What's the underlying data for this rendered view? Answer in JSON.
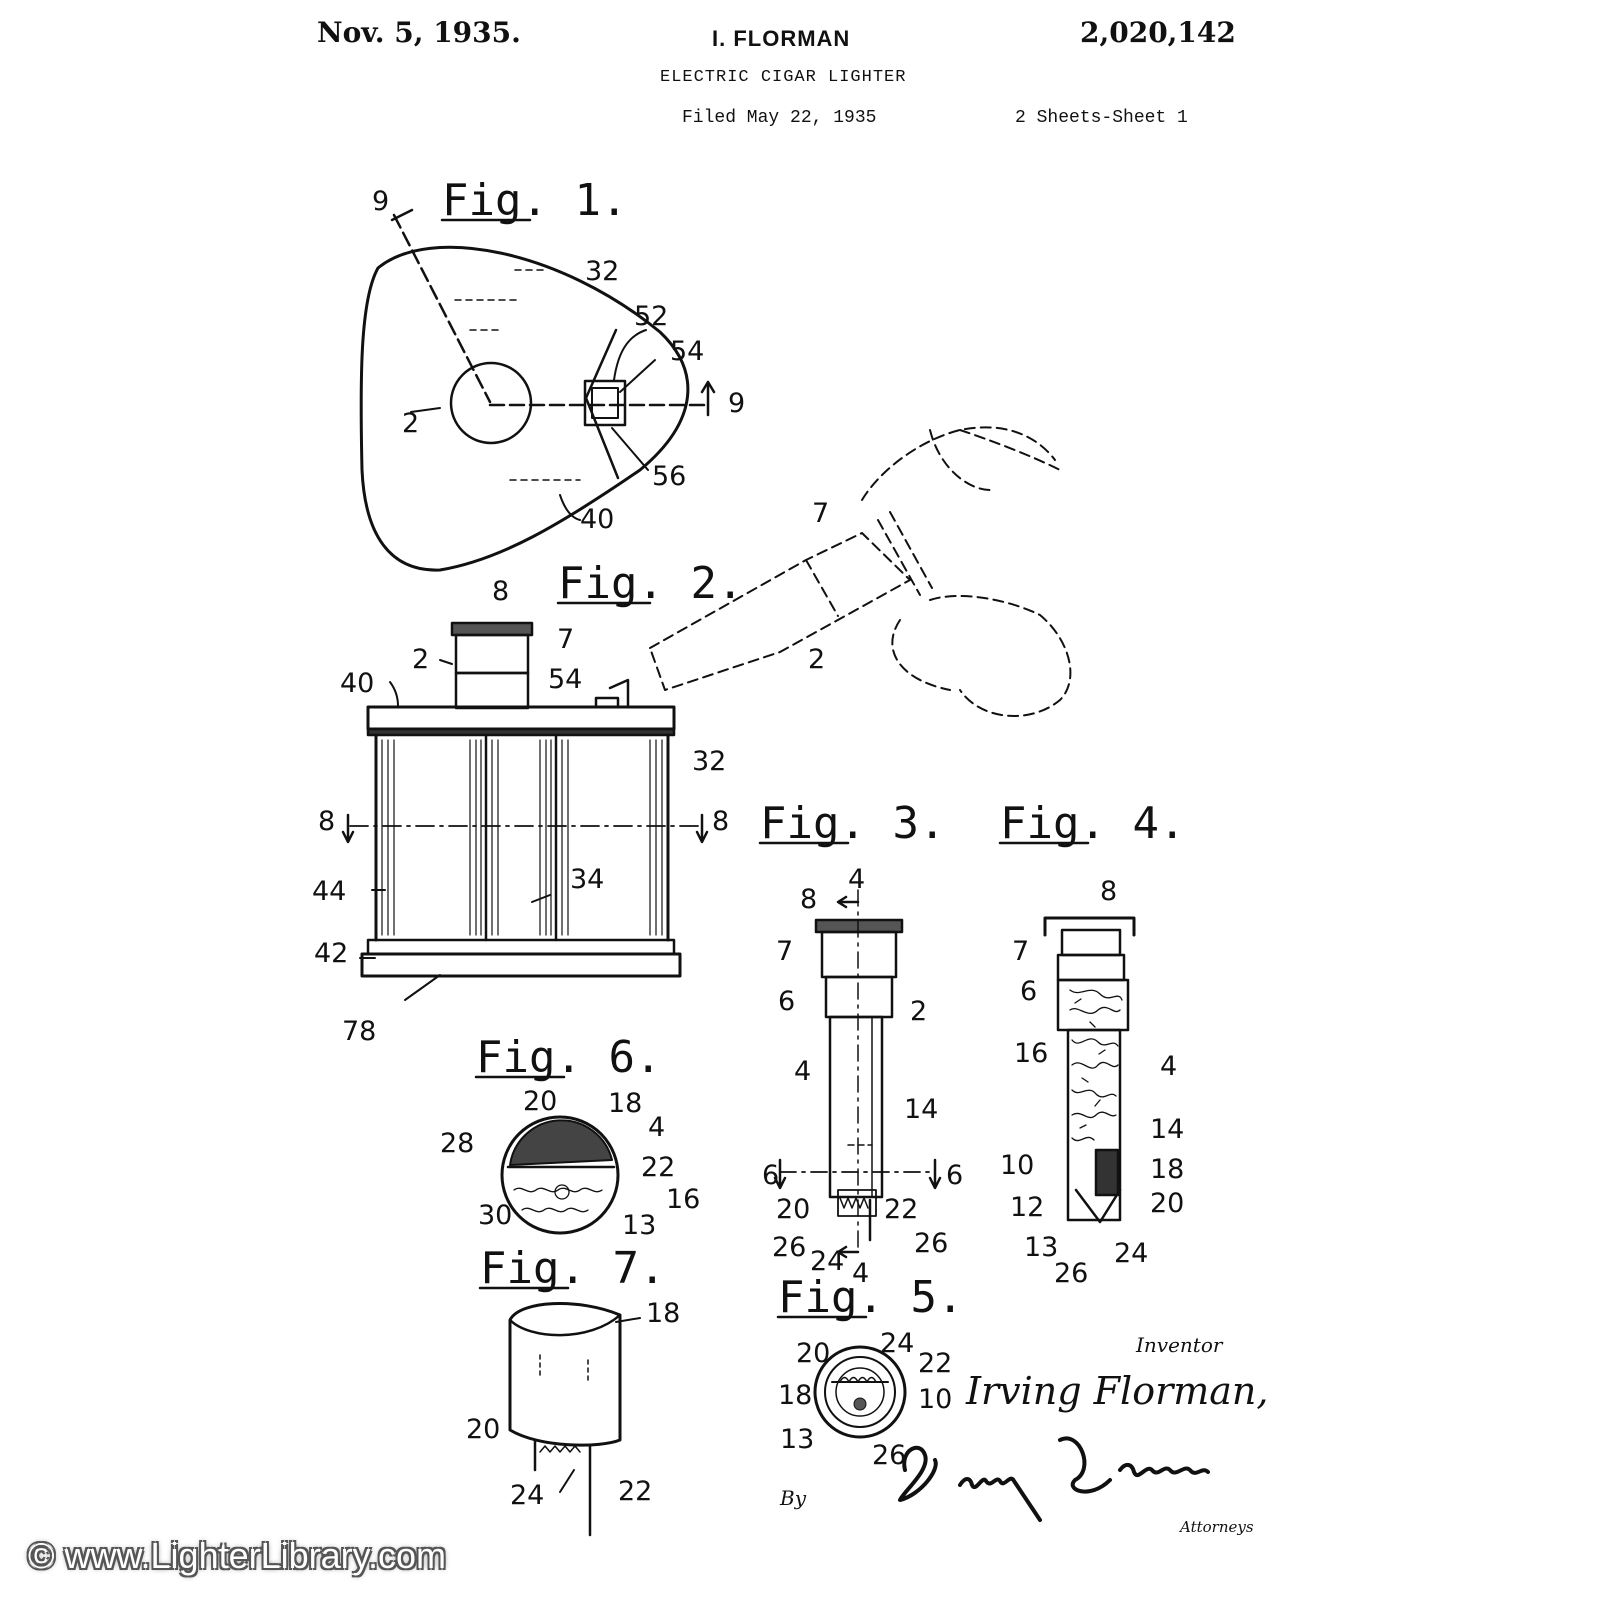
{
  "header": {
    "date": "Nov. 5, 1935.",
    "inventor_short": "I. FLORMAN",
    "patent_number": "2,020,142",
    "title": "ELECTRIC CIGAR LIGHTER",
    "filed": "Filed May 22, 1935",
    "sheets": "2 Sheets-Sheet 1"
  },
  "figures": {
    "fig1": "Fig. 1.",
    "fig2": "Fig. 2.",
    "fig3": "Fig. 3.",
    "fig4": "Fig. 4.",
    "fig5": "Fig. 5.",
    "fig6": "Fig. 6.",
    "fig7": "Fig. 7."
  },
  "references": {
    "fig1": [
      "9",
      "32",
      "52",
      "54",
      "9",
      "2",
      "56",
      "40"
    ],
    "fig2": [
      "8",
      "7",
      "2",
      "54",
      "40",
      "2",
      "32",
      "8",
      "8",
      "44",
      "34",
      "42",
      "78",
      "7"
    ],
    "fig3": [
      "4",
      "8",
      "7",
      "6",
      "2",
      "4",
      "14",
      "6",
      "6",
      "20",
      "22",
      "26",
      "24",
      "4",
      "26"
    ],
    "fig4": [
      "8",
      "7",
      "6",
      "16",
      "4",
      "14",
      "10",
      "18",
      "12",
      "20",
      "13",
      "26",
      "24"
    ],
    "fig6": [
      "20",
      "18",
      "4",
      "28",
      "22",
      "16",
      "30",
      "13"
    ],
    "fig7": [
      "18",
      "20",
      "24",
      "22"
    ],
    "fig5": [
      "24",
      "20",
      "22",
      "18",
      "10",
      "13",
      "26"
    ]
  },
  "signature": {
    "inventor_label": "Inventor",
    "inventor_name": "Irving Florman,",
    "by": "By",
    "attorneys_name": "Bailey & Larson",
    "attorneys_label": "Attorneys"
  },
  "watermark": "© www.LighterLibrary.com"
}
